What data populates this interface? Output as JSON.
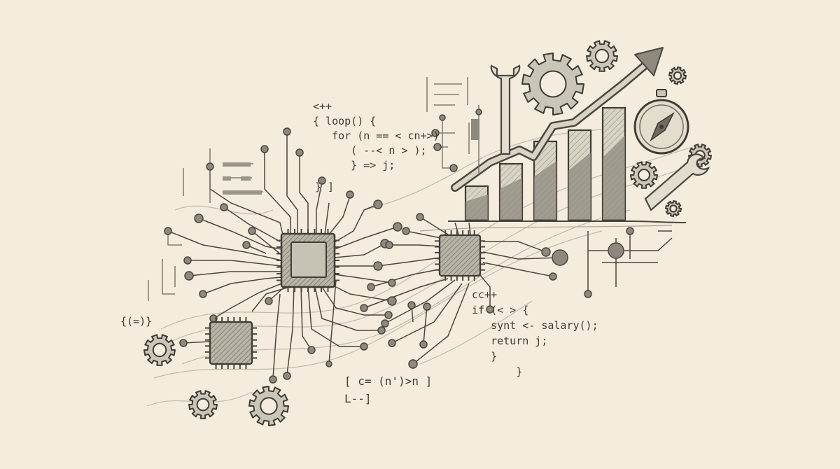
{
  "code_top": {
    "lines": [
      "<++",
      "{ loop() {",
      "   for (n == < cn+>)",
      "      ( --< n > );",
      "      } => j;"
    ]
  },
  "code_right": {
    "lines": [
      "cc++",
      "if (< > {",
      "   synt <- salary();",
      "   return j;",
      "   }",
      "       }"
    ]
  },
  "fragments": {
    "left_braces": "{(=)}",
    "bottom_line_1": "[ c= (n')>n ]",
    "bottom_line_2": "L--]",
    "top_bracket": "} ]"
  },
  "colors": {
    "paper": "#f4ecdc",
    "pencil": "#4a4640",
    "shade": "#9a978a",
    "shade_light": "#c9c6b8"
  },
  "chart_data": {
    "type": "bar",
    "categories": [],
    "values": [
      3,
      5,
      7,
      8,
      10
    ],
    "trend": "up"
  }
}
